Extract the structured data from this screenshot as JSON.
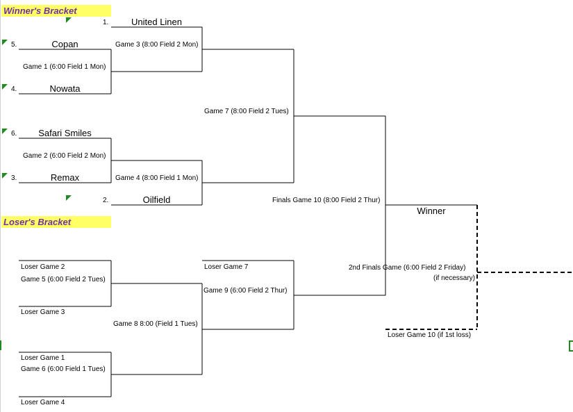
{
  "winners_bracket": {
    "title": "Winner's Bracket",
    "seeds": [
      {
        "seed": "1.",
        "team": "United Linen"
      },
      {
        "seed": "5.",
        "team": "Copan"
      },
      {
        "seed": "4.",
        "team": "Nowata"
      },
      {
        "seed": "6.",
        "team": "Safari Smiles"
      },
      {
        "seed": "3.",
        "team": "Remax"
      },
      {
        "seed": "2.",
        "team": "Oilfield"
      }
    ],
    "games": {
      "game1": "Game 1 (6:00 Field 1 Mon)",
      "game2": "Game 2 (6:00 Field 2 Mon)",
      "game3": "Game 3 (8:00 Field 2 Mon)",
      "game4": "Game 4 (8:00 Field 1 Mon)",
      "game7": "Game 7 (8:00 Field 2 Tues)",
      "finals": "Finals Game 10 (8:00 Field 2 Thur)",
      "winner": "Winner",
      "second_finals": "2nd Finals  Game (6:00  Field 2 Friday)",
      "if_necessary": "(if necessary)"
    }
  },
  "losers_bracket": {
    "title": "Loser's Bracket",
    "labels": {
      "loser_game2": "Loser Game 2",
      "game5": "Game 5 (6:00 Field 2 Tues)",
      "loser_game3": "Loser Game 3",
      "game8": "Game 8 8:00 (Field 1 Tues)",
      "loser_game1": "Loser Game 1",
      "game6": "Game 6 (6:00 Field 1 Tues)",
      "loser_game4": "Loser Game 4",
      "loser_game7": "Loser Game 7",
      "game9": "Game 9  (6:00 Field 2 Thur)",
      "loser_game10": "Loser Game 10 (if 1st loss)"
    }
  },
  "colors": {
    "header_bg": "#ffff66",
    "header_text": "#7030a0",
    "marker": "#1f8a1f"
  }
}
